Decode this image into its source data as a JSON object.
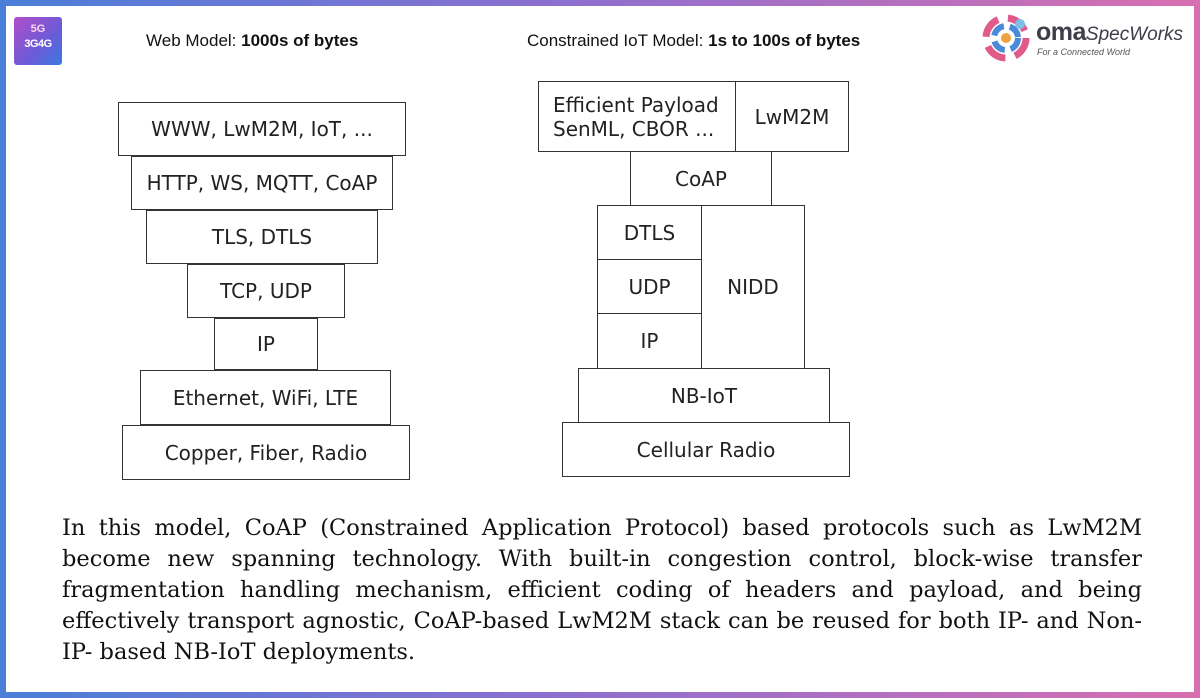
{
  "badge": {
    "line1": "5G",
    "line2": "3G4G"
  },
  "headings": {
    "web": {
      "prefix": "Web Model: ",
      "bold": "1000s of bytes"
    },
    "iot": {
      "prefix": "Constrained IoT Model: ",
      "bold": "1s to 100s of bytes"
    }
  },
  "logo": {
    "word": "oma",
    "word2": "SpecWorks",
    "tagline": "For a Connected World"
  },
  "web_stack": [
    "WWW, LwM2M, IoT, ...",
    "HTTP, WS, MQTT, CoAP",
    "TLS, DTLS",
    "TCP, UDP",
    "IP",
    "Ethernet, WiFi, LTE",
    "Copper, Fiber, Radio"
  ],
  "iot_stack": {
    "payload_line1": "Efficient Payload",
    "payload_line2": "SenML, CBOR ...",
    "lwm2m": "LwM2M",
    "coap": "CoAP",
    "dtls": "DTLS",
    "udp": "UDP",
    "ip": "IP",
    "nidd": "NIDD",
    "nbiot": "NB-IoT",
    "radio": "Cellular Radio"
  },
  "caption": "In this model, CoAP (Constrained Application Protocol) based protocols such as LwM2M become new spanning technology. With built-in congestion control, block-wise transfer fragmentation handling mechanism, efficient coding of headers and payload, and being effectively transport agnostic, CoAP-based LwM2M stack can be reused for both IP- and Non-IP- based NB-IoT deployments."
}
